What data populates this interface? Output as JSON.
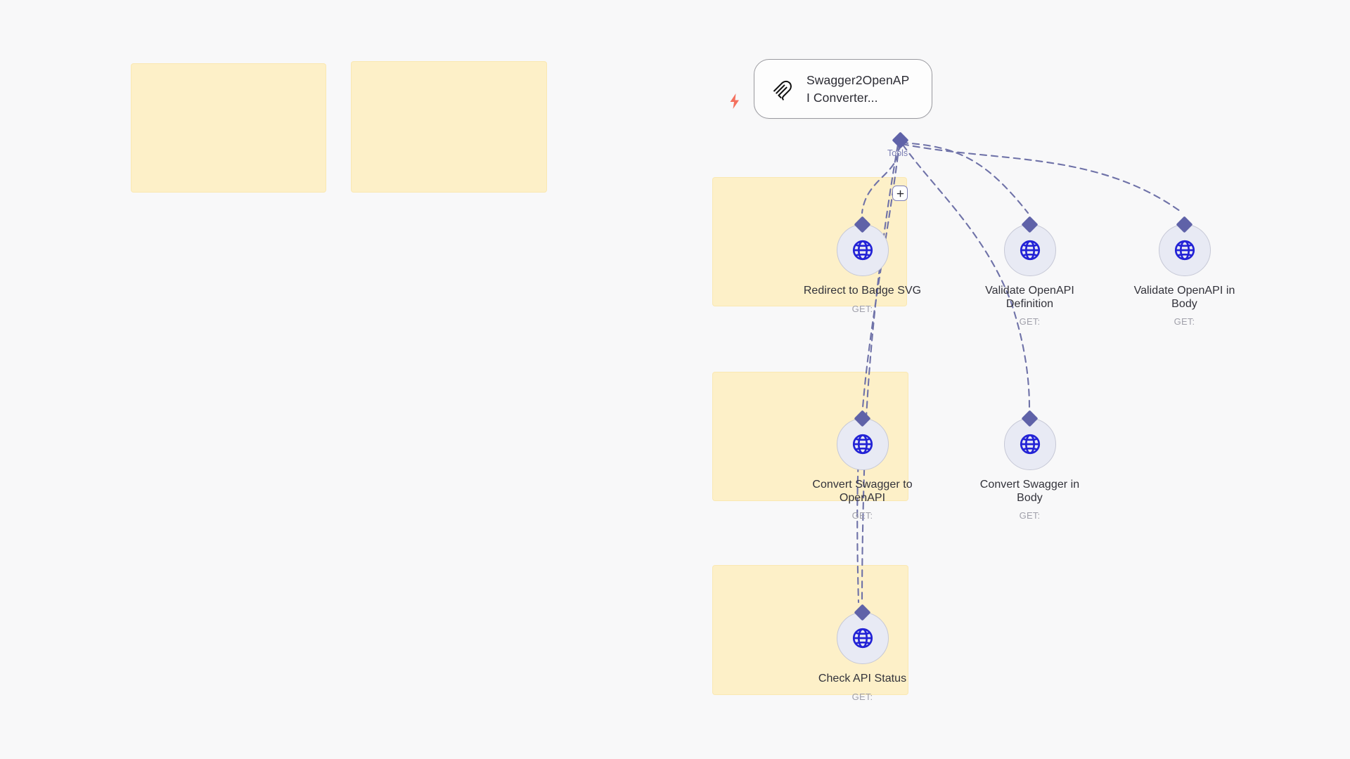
{
  "canvas": {
    "background_color": "#f8f8f9",
    "highlight_color": "#fdf0c8",
    "edge_color": "#6f72a8",
    "handle_color": "#5f62a8",
    "node_fill_color": "#e8eaf4",
    "globe_color": "#2323d6",
    "bolt_color": "#f4705e"
  },
  "agent": {
    "title": "Swagger2OpenAPI Converter...",
    "icon": "squarespace-logo-icon",
    "status_icon": "lightning-bolt-icon",
    "output_handle_label": "Tools",
    "add_button_label": "+"
  },
  "tools": [
    {
      "id": "redirect-to-badge-svg",
      "label": "Redirect to Badge SVG",
      "method": "GET:",
      "icon": "globe-icon",
      "highlighted": true
    },
    {
      "id": "validate-openapi-definition",
      "label": "Validate OpenAPI Definition",
      "method": "GET:",
      "icon": "globe-icon",
      "highlighted": false
    },
    {
      "id": "validate-openapi-in-body",
      "label": "Validate OpenAPI in Body",
      "method": "GET:",
      "icon": "globe-icon",
      "highlighted": false
    },
    {
      "id": "convert-swagger-to-openapi",
      "label": "Convert Swagger to OpenAPI",
      "method": "GET:",
      "icon": "globe-icon",
      "highlighted": true
    },
    {
      "id": "convert-swagger-in-body",
      "label": "Convert Swagger in Body",
      "method": "GET:",
      "icon": "globe-icon",
      "highlighted": false
    },
    {
      "id": "check-api-status",
      "label": "Check API Status",
      "method": "GET:",
      "icon": "globe-icon",
      "highlighted": true
    }
  ],
  "highlight_regions": [
    {
      "id": "highlight-region-1"
    },
    {
      "id": "highlight-region-2"
    },
    {
      "id": "highlight-region-3"
    },
    {
      "id": "highlight-region-4"
    },
    {
      "id": "highlight-region-5"
    }
  ]
}
